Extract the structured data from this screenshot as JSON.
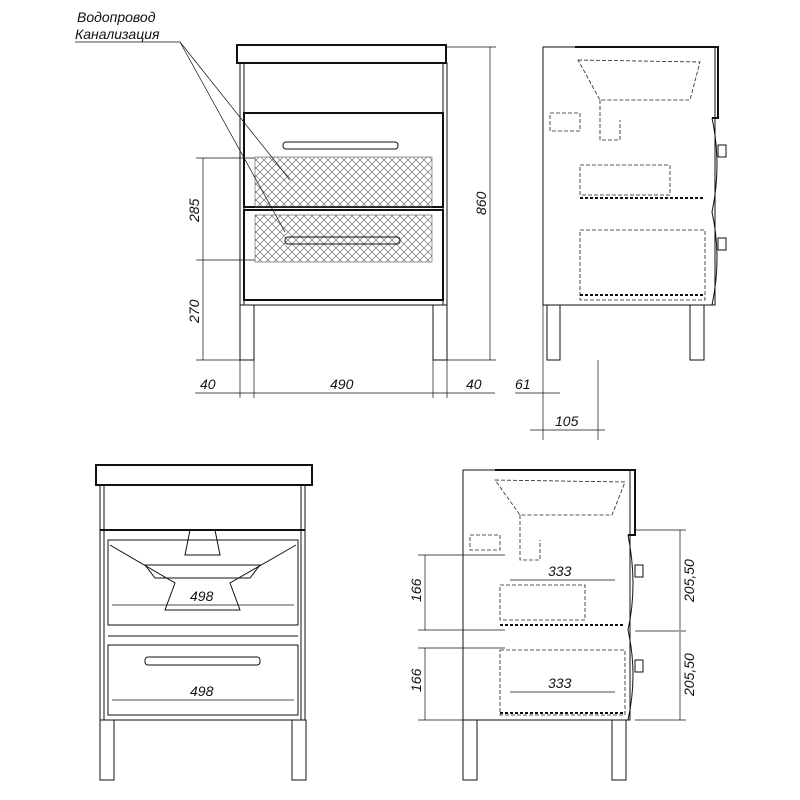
{
  "labels": {
    "water": "Водопровод",
    "sewer": "Канализация"
  },
  "front_view": {
    "dim_285": "285",
    "dim_270": "270",
    "dim_860": "860",
    "dim_40_left": "40",
    "dim_490": "490",
    "dim_40_right": "40"
  },
  "side_view": {
    "dim_61": "61",
    "dim_105": "105"
  },
  "front_section": {
    "dim_498_top": "498",
    "dim_498_bottom": "498"
  },
  "side_section": {
    "dim_166_top": "166",
    "dim_166_bottom": "166",
    "dim_333_top": "333",
    "dim_333_bottom": "333",
    "dim_205_top": "205,50",
    "dim_205_bottom": "205,50"
  }
}
